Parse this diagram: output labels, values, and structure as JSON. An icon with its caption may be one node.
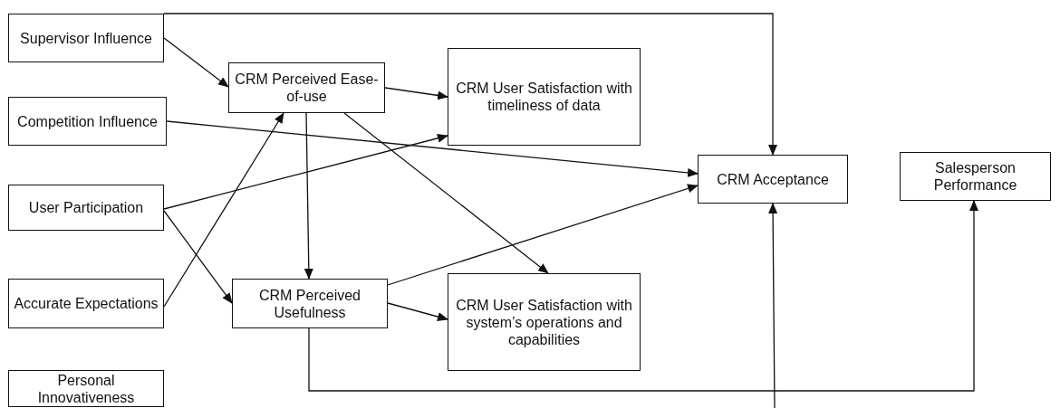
{
  "diagram": {
    "nodes": [
      {
        "text": [
          "Supervisor Influence"
        ]
      },
      {
        "text": [
          "Competition Influence"
        ]
      },
      {
        "text": [
          "User Participation"
        ]
      },
      {
        "text": [
          "Accurate Expectations"
        ]
      },
      {
        "text": [
          "Personal Innovativeness"
        ]
      },
      {
        "text": [
          "CRM Perceived Ease-of-use"
        ]
      },
      {
        "text": [
          "CRM User Satisfaction with timeliness of data"
        ]
      },
      {
        "text": [
          "CRM Acceptance"
        ]
      },
      {
        "text": [
          "Salesperson Performance"
        ]
      },
      {
        "text": [
          "CRM Perceived Usefulness"
        ]
      },
      {
        "text": [
          "CRM User Satisfaction with system’s operations and capabilities"
        ]
      }
    ],
    "edges": [
      {
        "from": 0,
        "to": 5,
        "arrow": "to"
      },
      {
        "from": 0,
        "to": 7,
        "arrow": "to"
      },
      {
        "from": 1,
        "to": 7,
        "arrow": "to"
      },
      {
        "from": 2,
        "to": 6,
        "arrow": "to"
      },
      {
        "from": 2,
        "to": 9,
        "arrow": "to"
      },
      {
        "from": 3,
        "to": 5,
        "arrow": "to"
      },
      {
        "from": 5,
        "to": 6,
        "arrow": "to"
      },
      {
        "from": 5,
        "to": 9,
        "arrow": "to"
      },
      {
        "from": 5,
        "to": 10,
        "arrow": "to"
      },
      {
        "from": 9,
        "to": 7,
        "arrow": "to"
      },
      {
        "from": 9,
        "to": 10,
        "arrow": "to"
      },
      {
        "from": 9,
        "to": 8,
        "arrow": "to"
      },
      {
        "from": null,
        "to": 7,
        "arrow": "to"
      }
    ]
  }
}
